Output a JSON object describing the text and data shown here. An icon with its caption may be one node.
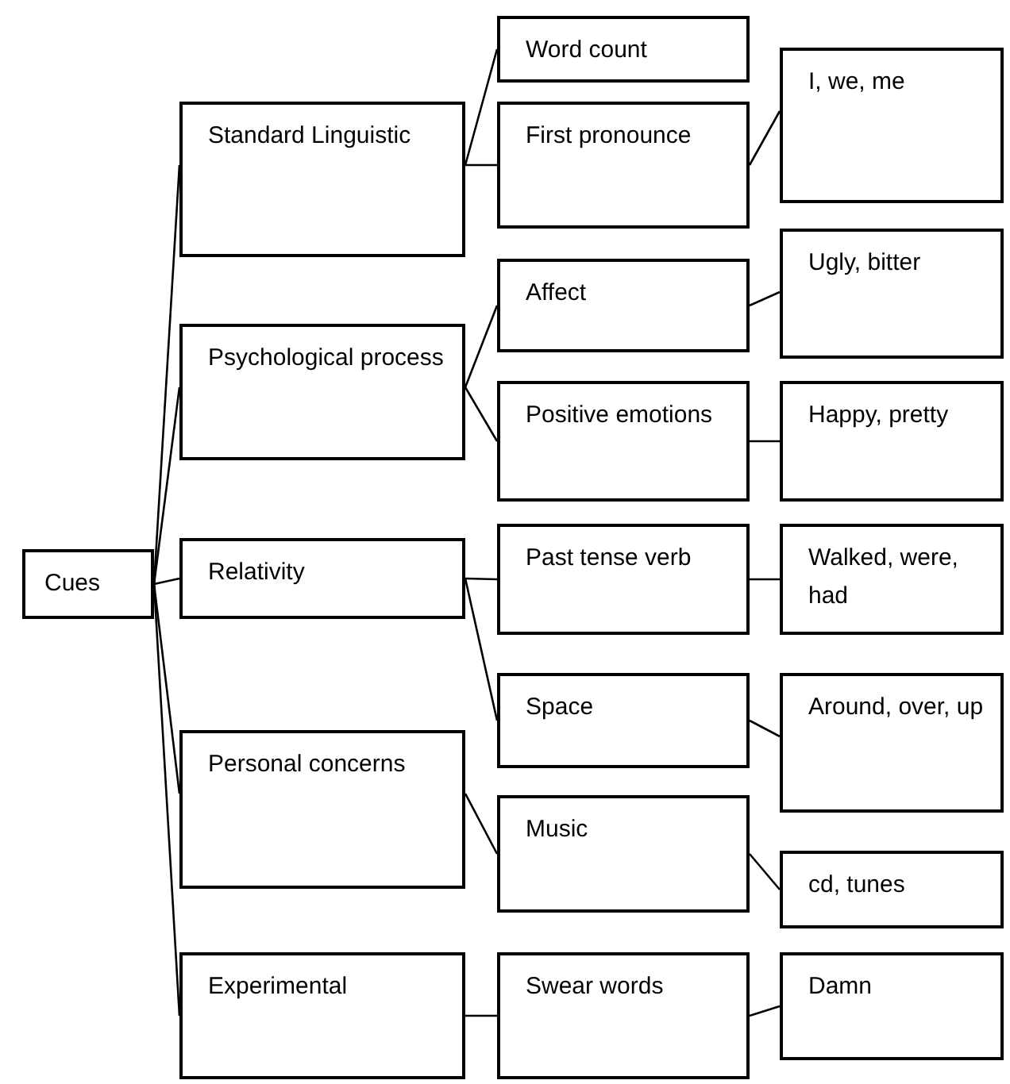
{
  "diagram": {
    "nodes": [
      {
        "text": [
          "Cues"
        ]
      },
      {
        "text": [
          "Standard Linguistic"
        ]
      },
      {
        "text": [
          "Psychological process"
        ]
      },
      {
        "text": [
          "Relativity"
        ]
      },
      {
        "text": [
          "Personal concerns"
        ]
      },
      {
        "text": [
          "Experimental"
        ]
      },
      {
        "text": [
          "Word count"
        ]
      },
      {
        "text": [
          "First pronounce"
        ]
      },
      {
        "text": [
          "Affect"
        ]
      },
      {
        "text": [
          "Positive emotions"
        ]
      },
      {
        "text": [
          "Past tense verb"
        ]
      },
      {
        "text": [
          "Space"
        ]
      },
      {
        "text": [
          "Music"
        ]
      },
      {
        "text": [
          "Swear words"
        ]
      },
      {
        "text": [
          "I, we, me"
        ]
      },
      {
        "text": [
          "Ugly, bitter"
        ]
      },
      {
        "text": [
          "Happy, pretty"
        ]
      },
      {
        "text": [
          "Walked, were, had"
        ]
      },
      {
        "text": [
          "Around, over, up"
        ]
      },
      {
        "text": [
          "cd, tunes"
        ]
      },
      {
        "text": [
          "Damn"
        ]
      }
    ],
    "edges": [
      {
        "from": 0,
        "to": 1,
        "arrow": "none"
      },
      {
        "from": 0,
        "to": 2,
        "arrow": "none"
      },
      {
        "from": 0,
        "to": 3,
        "arrow": "none"
      },
      {
        "from": 0,
        "to": 4,
        "arrow": "none"
      },
      {
        "from": 0,
        "to": 5,
        "arrow": "none"
      },
      {
        "from": 1,
        "to": 6,
        "arrow": "none"
      },
      {
        "from": 1,
        "to": 7,
        "arrow": "none"
      },
      {
        "from": 2,
        "to": 8,
        "arrow": "none"
      },
      {
        "from": 2,
        "to": 9,
        "arrow": "none"
      },
      {
        "from": 3,
        "to": 10,
        "arrow": "none"
      },
      {
        "from": 3,
        "to": 11,
        "arrow": "none"
      },
      {
        "from": 4,
        "to": 12,
        "arrow": "none"
      },
      {
        "from": 5,
        "to": 13,
        "arrow": "none"
      },
      {
        "from": 7,
        "to": 14,
        "arrow": "none"
      },
      {
        "from": 8,
        "to": 15,
        "arrow": "none"
      },
      {
        "from": 9,
        "to": 16,
        "arrow": "none"
      },
      {
        "from": 10,
        "to": 17,
        "arrow": "none"
      },
      {
        "from": 11,
        "to": 18,
        "arrow": "none"
      },
      {
        "from": 12,
        "to": 19,
        "arrow": "none"
      },
      {
        "from": 13,
        "to": 20,
        "arrow": "none"
      }
    ]
  }
}
